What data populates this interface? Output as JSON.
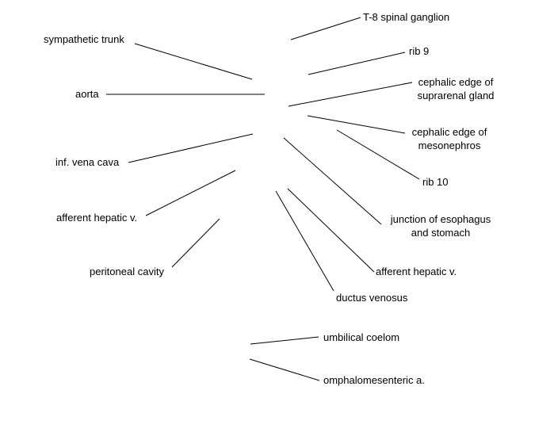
{
  "labels": {
    "sympathetic_trunk": "sympathetic trunk",
    "aorta": "aorta",
    "inf_vena_cava": "inf. vena cava",
    "afferent_hepatic_left": "afferent hepatic v.",
    "peritoneal_cavity": "peritoneal cavity",
    "t8_spinal_ganglion": "T-8 spinal ganglion",
    "rib_9": "rib 9",
    "cephalic_edge_suprarenal_line1": "cephalic edge of",
    "cephalic_edge_suprarenal_line2": "suprarenal gland",
    "cephalic_edge_mesonephros_line1": "cephalic edge of",
    "cephalic_edge_mesonephros_line2": "mesonephros",
    "rib_10": "rib 10",
    "junction_line1": "junction of esophagus",
    "junction_line2": "and stomach",
    "afferent_hepatic_right": "afferent hepatic v.",
    "ductus_venosus": "ductus venosus",
    "umbilical_coelom": "umbilical coelom",
    "omphalomesenteric_a": "omphalomesenteric a."
  }
}
